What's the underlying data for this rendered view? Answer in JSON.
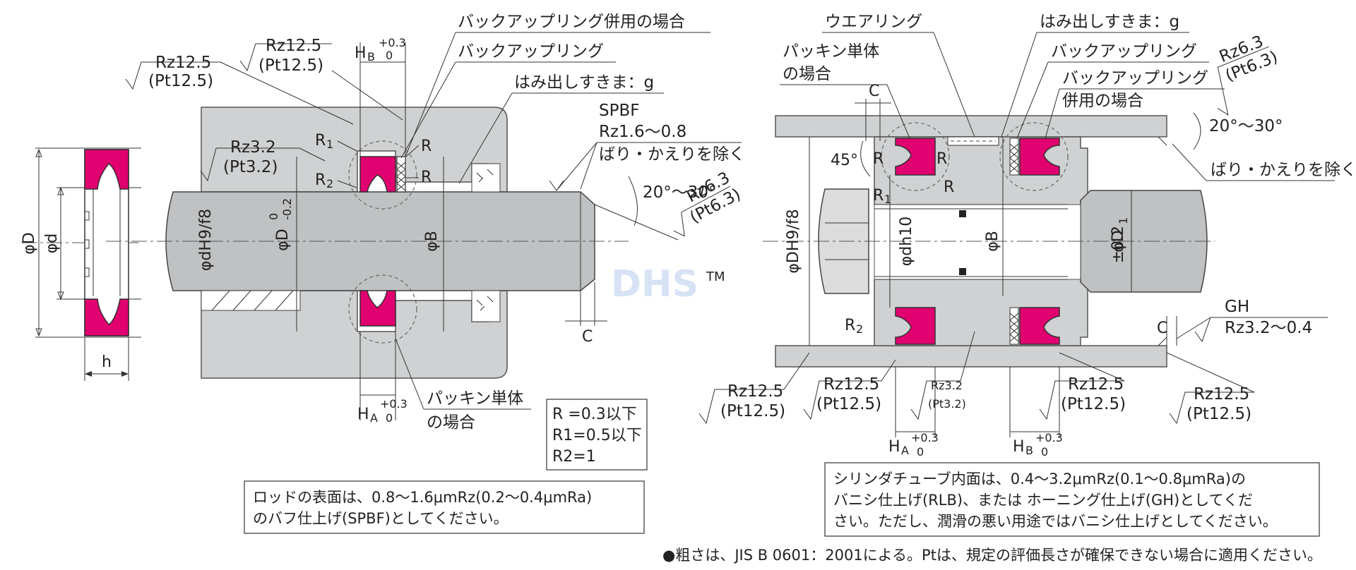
{
  "left": {
    "labels": {
      "backup_combined": "バックアップリング併用の場合",
      "backup_ring": "バックアップリング",
      "extrusion_gap": "はみ出しすきま：g",
      "spbf": "SPBF",
      "rz16_08": "Rz1.6～0.8",
      "deburr": "ばり・かえりを除く",
      "angle": "20°～30°",
      "packing_only_1": "パッキン単体",
      "packing_only_2": "の場合"
    },
    "roughness": {
      "a_rz": "Rz12.5",
      "a_pt": "(Pt12.5)",
      "b_rz": "Rz12.5",
      "b_pt": "(Pt12.5)",
      "c_rz": "Rz3.2",
      "c_pt": "(Pt3.2)",
      "d_rz": "Rz6.3",
      "d_pt": "(Pt6.3)"
    },
    "dims": {
      "phi_D": "φD",
      "phi_d": "φd",
      "h": "h",
      "hb": "H",
      "hb_sub": "B",
      "hb_tol": "+0.3",
      "hb_tol0": "0",
      "ha": "H",
      "ha_sub": "A",
      "ha_tol": "+0.3",
      "ha_tol0": "0",
      "phi_d_h9f8": "φdH9/f8",
      "phi_D_tol": "φD",
      "phi_D_tol_up": "0",
      "phi_D_tol_lo": "-0.2",
      "phi_B": "φB",
      "C": "C",
      "R": "R",
      "R1": "R",
      "R1_sub": "1",
      "R2": "R",
      "R2_sub": "2"
    },
    "table": {
      "row1": "R =0.3以下",
      "row2": "R1=0.5以下",
      "row3": "R2=1"
    },
    "note": {
      "line1": "ロッドの表面は、0.8～1.6μmRz(0.2～0.4μmRa)",
      "line2": "のバフ仕上げ(SPBF)としてください。"
    }
  },
  "right": {
    "labels": {
      "wear_ring": "ウエアリング",
      "extrusion_gap": "はみ出しすきま：g",
      "packing_only_1": "パッキン単体",
      "packing_only_2": "の場合",
      "backup_ring": "バックアップリング",
      "backup_combined_1": "バックアップリング",
      "backup_combined_2": "併用の場合",
      "angle": "20°～30°",
      "deburr": "ばり・かえりを除く",
      "angle45": "45°",
      "gh": "GH",
      "rz32_04": "Rz3.2～0.4"
    },
    "roughness": {
      "a_rz": "Rz6.3",
      "a_pt": "(Pt6.3)",
      "b1_rz": "Rz12.5",
      "b1_pt": "(Pt12.5)",
      "b2_rz": "Rz12.5",
      "b2_pt": "(Pt12.5)",
      "b3_rz": "Rz3.2",
      "b3_pt": "(Pt3.2)",
      "b4_rz": "Rz12.5",
      "b4_pt": "(Pt12.5)",
      "b5_rz": "Rz12.5",
      "b5_pt": "(Pt12.5)"
    },
    "dims": {
      "C": "C",
      "R": "R",
      "R1": "R",
      "R1_sub": "1",
      "R2": "R",
      "R2_sub": "2",
      "phi_DH9f8": "φDH9/f8",
      "phi_dh10": "φdh10",
      "phi_B": "φB",
      "phi_D1": "φD",
      "phi_D1_sub": "1",
      "phi_D1_tol": "±0.2",
      "ha": "H",
      "ha_sub": "A",
      "hb": "H",
      "hb_sub": "B",
      "tol_up": "+0.3",
      "tol_lo": "0"
    },
    "note": {
      "line1": "シリンダチューブ内面は、0.4～3.2μmRz(0.1～0.8μmRa)の",
      "line2": "バニシ仕上げ(RLB)、または ホーニング仕上げ(GH)としてくだ",
      "line3": "さい。ただし、潤滑の悪い用途ではバニシ仕上げとしてください。"
    }
  },
  "footer": "●粗さは、JIS B 0601：2001による。Ptは、規定の評価長さが確保できない場合に適用ください。",
  "watermark": "DHS",
  "watermark_tm": "TM"
}
